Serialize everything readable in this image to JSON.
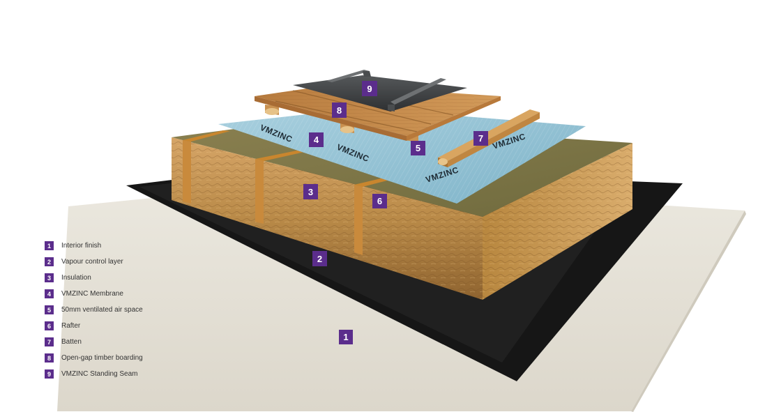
{
  "diagram": {
    "colors": {
      "badge": "#5b2d8c",
      "interior_finish": "#e6e2d8",
      "vapour_layer": "#141414",
      "insulation": "#b98a48",
      "membrane": "#9cc6d8",
      "rafter": "#c9862e",
      "timber": "#c98e4e",
      "zinc": "#3c3e40"
    },
    "membrane_brand": "VMZINC",
    "callouts": [
      {
        "n": "1"
      },
      {
        "n": "2"
      },
      {
        "n": "3"
      },
      {
        "n": "4"
      },
      {
        "n": "5"
      },
      {
        "n": "6"
      },
      {
        "n": "7"
      },
      {
        "n": "8"
      },
      {
        "n": "9"
      }
    ]
  },
  "legend": [
    {
      "n": "1",
      "label": "Interior finish"
    },
    {
      "n": "2",
      "label": "Vapour control layer"
    },
    {
      "n": "3",
      "label": "Insulation"
    },
    {
      "n": "4",
      "label": "VMZINC Membrane"
    },
    {
      "n": "5",
      "label": "50mm ventilated air space"
    },
    {
      "n": "6",
      "label": "Rafter"
    },
    {
      "n": "7",
      "label": "Batten"
    },
    {
      "n": "8",
      "label": "Open-gap timber boarding"
    },
    {
      "n": "9",
      "label": "VMZINC Standing Seam"
    }
  ]
}
